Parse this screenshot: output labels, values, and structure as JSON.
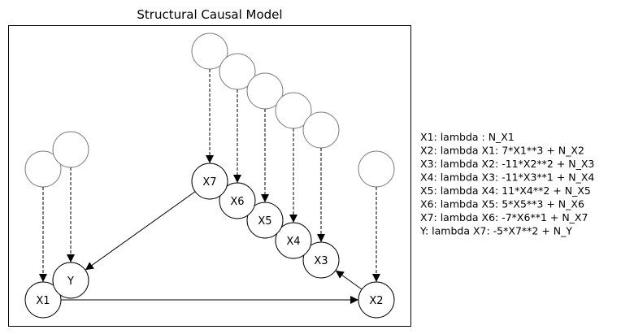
{
  "title": "Structural Causal Model",
  "nodes": [
    {
      "id": "X1",
      "label": "X1"
    },
    {
      "id": "X2",
      "label": "X2"
    },
    {
      "id": "X3",
      "label": "X3"
    },
    {
      "id": "X4",
      "label": "X4"
    },
    {
      "id": "X5",
      "label": "X5"
    },
    {
      "id": "X6",
      "label": "X6"
    },
    {
      "id": "X7",
      "label": "X7"
    },
    {
      "id": "Y",
      "label": "Y"
    }
  ],
  "edges": [
    {
      "from": "X1",
      "to": "X2"
    },
    {
      "from": "X2",
      "to": "X3"
    },
    {
      "from": "X3",
      "to": "X4"
    },
    {
      "from": "X4",
      "to": "X5"
    },
    {
      "from": "X5",
      "to": "X6"
    },
    {
      "from": "X6",
      "to": "X7"
    },
    {
      "from": "X7",
      "to": "Y"
    }
  ],
  "noise_edges": [
    "X1",
    "Y",
    "X7",
    "X6",
    "X5",
    "X4",
    "X3",
    "X2"
  ],
  "equations": [
    "X1: lambda : N_X1",
    "X2: lambda X1: 7*X1**3 + N_X2",
    "X3: lambda X2: -11*X2**2 + N_X3",
    "X4: lambda X3: -11*X3**1 + N_X4",
    "X5: lambda X4: 11*X4**2 + N_X5",
    "X6: lambda X5: 5*X5**3 + N_X6",
    "X7: lambda X6: -7*X6**1 + N_X7",
    "Y: lambda X7: -5*X7**2 + N_Y"
  ],
  "colors": {
    "node_stroke": "#000000",
    "noise_stroke": "#808080",
    "edge": "#000000"
  }
}
